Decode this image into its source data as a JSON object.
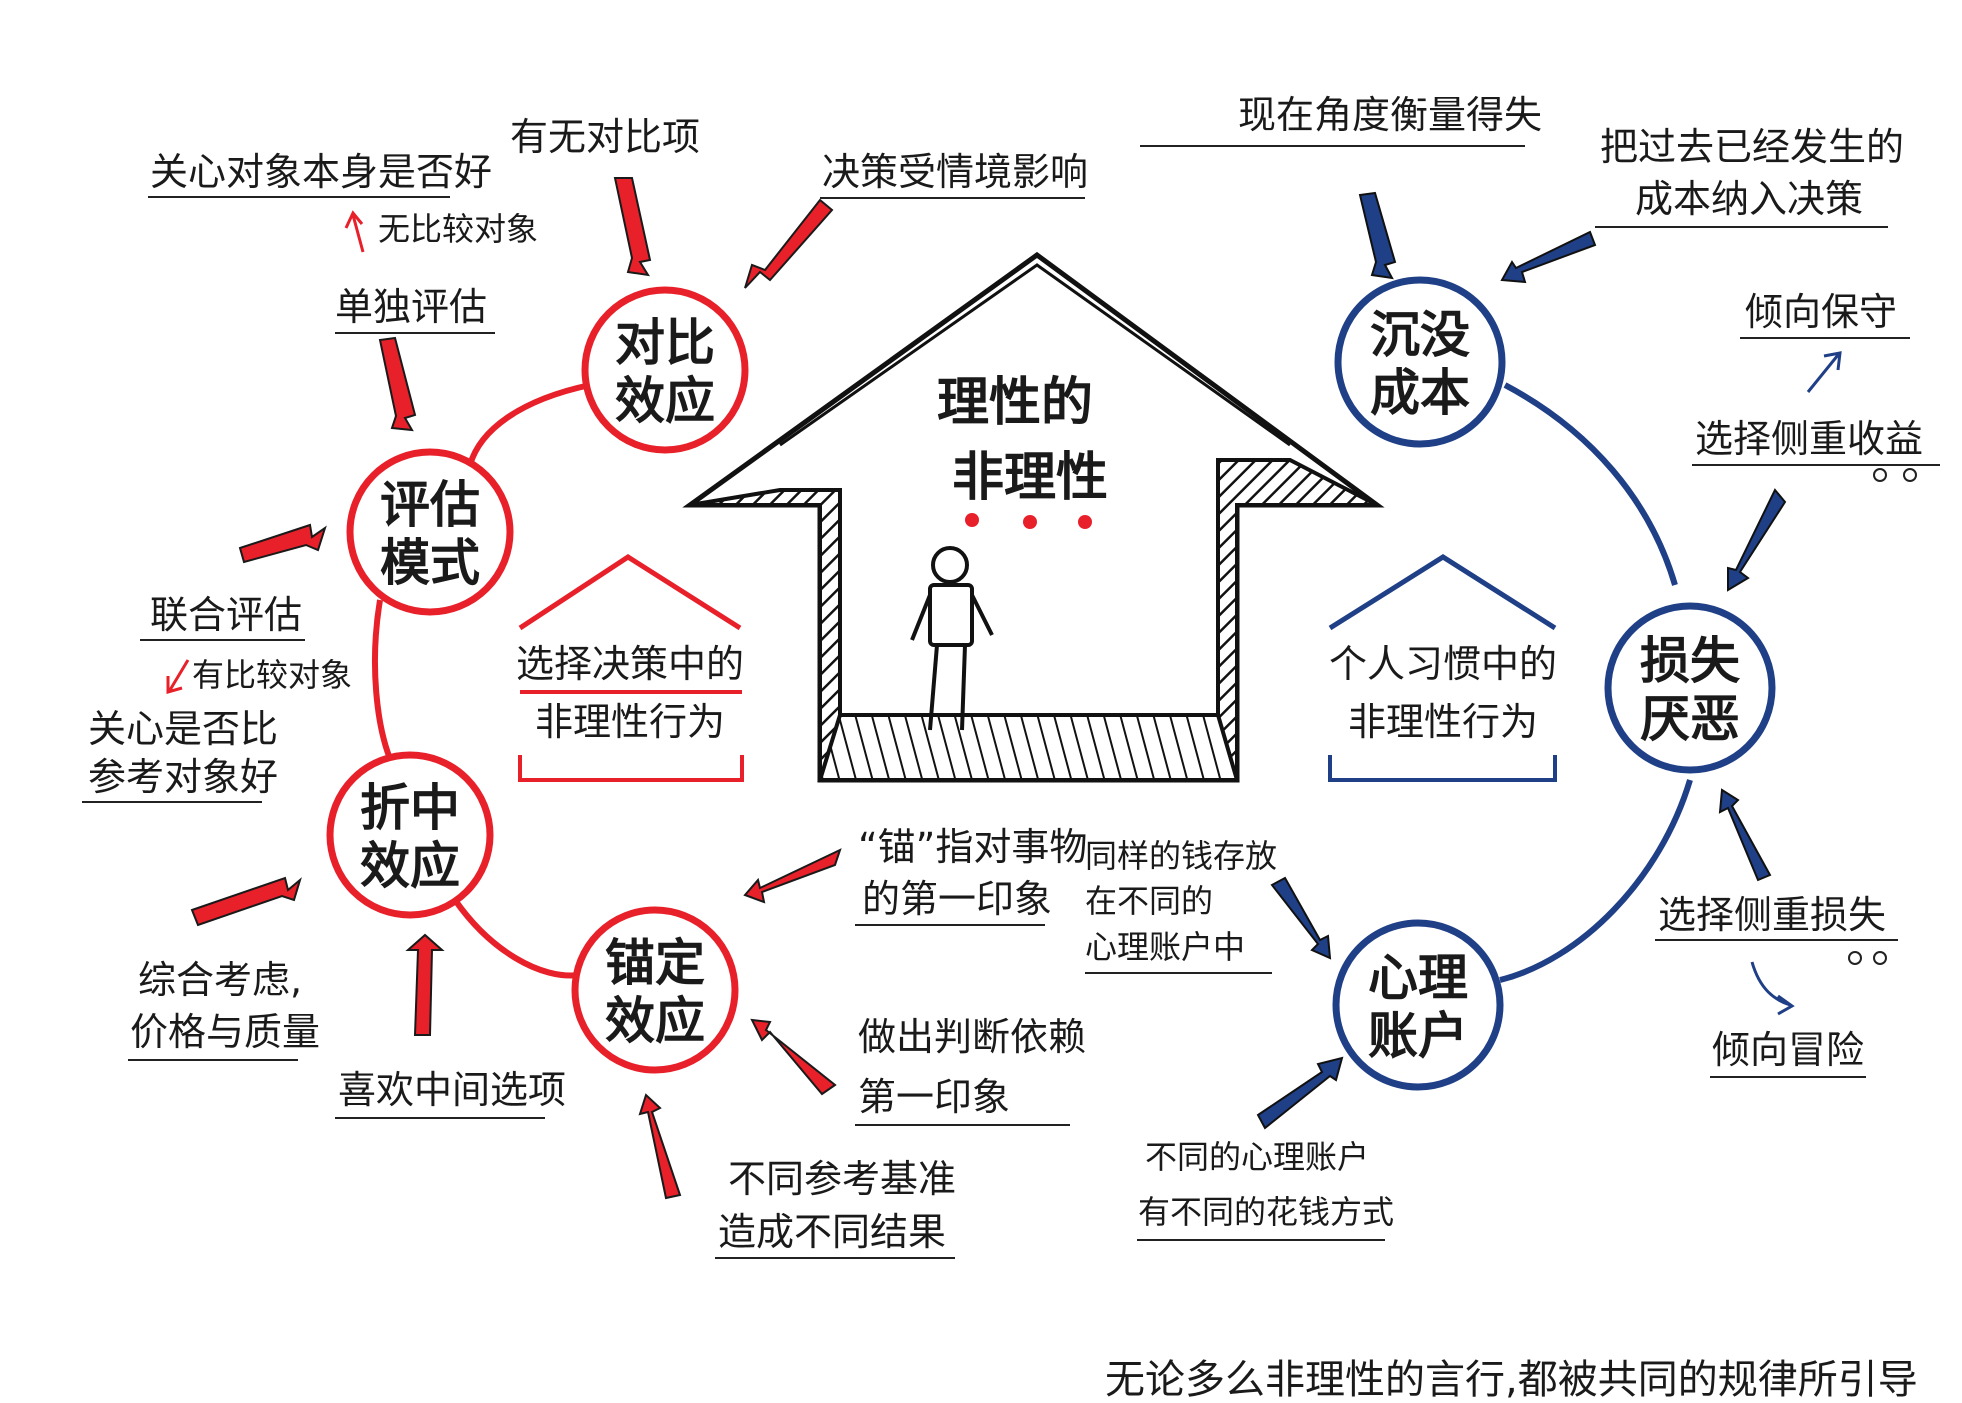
{
  "colors": {
    "red": "#e8202a",
    "blue": "#1f3f86",
    "ink": "#1a1a1a"
  },
  "center": {
    "title_line1": "理性的",
    "title_line2": "非理性"
  },
  "left_group": {
    "label_line1": "选择决策中的",
    "label_line2": "非理性行为"
  },
  "right_group": {
    "label_line1": "个人习惯中的",
    "label_line2": "非理性行为"
  },
  "nodes": {
    "contrast_l1": "对比",
    "contrast_l2": "效应",
    "evaluation_l1": "评估",
    "evaluation_l2": "模式",
    "compromise_l1": "折中",
    "compromise_l2": "效应",
    "anchoring_l1": "锚定",
    "anchoring_l2": "效应",
    "sunk_l1": "沉没",
    "sunk_l2": "成本",
    "loss_l1": "损失",
    "loss_l2": "厌恶",
    "mental_l1": "心理",
    "mental_l2": "账户"
  },
  "notes": {
    "care_object_good": "关心对象本身是否好",
    "no_comparison": "无比较对象",
    "separate_eval": "单独评估",
    "has_contrast": "有无对比项",
    "context_influence": "决策受情境影响",
    "joint_eval": "联合评估",
    "has_comparison": "有比较对象",
    "care_better_l1": "关心是否比",
    "care_better_l2": "参考对象好",
    "overall_l1": "综合考虑,",
    "overall_l2": "价格与质量",
    "like_middle": "喜欢中间选项",
    "anchor_def_l1": "“锚”指对事物",
    "anchor_def_l2": "的第一印象",
    "judge_first_l1": "做出判断依赖",
    "judge_first_l2": "第一印象",
    "diff_ref_l1": "不同参考基准",
    "diff_ref_l2": "造成不同结果",
    "now_view": "现在角度衡量得失",
    "past_cost_l1": "把过去已经发生的",
    "past_cost_l2": "成本纳入决策",
    "conservative": "倾向保守",
    "gain_focus": "选择侧重收益",
    "loss_focus": "选择侧重损失",
    "risk": "倾向冒险",
    "same_money_l1": "同样的钱存放",
    "same_money_l2": "在不同的",
    "same_money_l3": "心理账户中",
    "diff_account_l1": "不同的心理账户",
    "diff_account_l2": "有不同的花钱方式"
  },
  "footer": "无论多么非理性的言行,都被共同的规律所引导"
}
